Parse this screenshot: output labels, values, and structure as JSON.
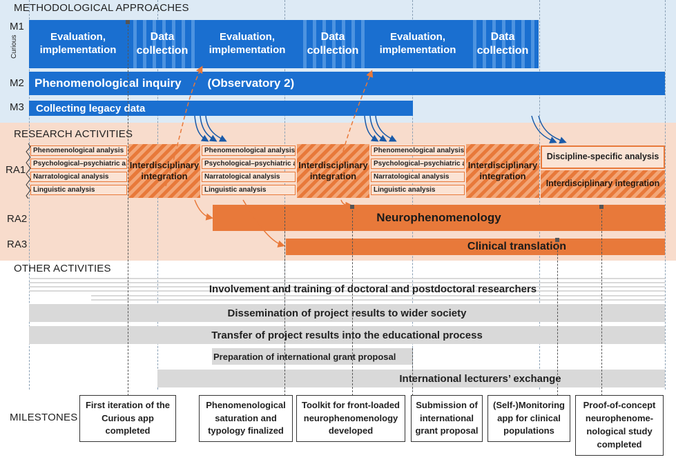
{
  "sections": {
    "methods": "METHODOLOGICAL APPROACHES",
    "research": "RESEARCH ACTIVITIES",
    "other": "OTHER ACTIVITIES",
    "milestones": "MILESTONES"
  },
  "rows": {
    "m1": "M1",
    "m1_sub": "Curious",
    "m2": "M2",
    "m3": "M3",
    "ra1": "RA1",
    "ra2": "RA2",
    "ra3": "RA3"
  },
  "m1": {
    "eval": "Evaluation, implementation",
    "data": "Data collection"
  },
  "m2": {
    "title": "Phenomenological inquiry",
    "sub": "(Observatory 2)"
  },
  "m3": {
    "title": "Collecting legacy data"
  },
  "ra1": {
    "analyses": [
      "Phenomenological analysis",
      "Psychological–psychiatric a.",
      "Narratological analysis",
      "Linguistic analysis"
    ],
    "integration": "Interdisciplinary integration",
    "discipline_specific": "Discipline-specific analysis",
    "interdisciplinary": "Interdisciplinary integration"
  },
  "ra2": {
    "title": "Neurophenomenology"
  },
  "ra3": {
    "title": "Clinical translation"
  },
  "other": {
    "involvement": "Involvement and training of doctoral and postdoctoral researchers",
    "dissemination": "Dissemination of project results to wider society",
    "transfer": "Transfer of project results into the educational process",
    "grant": "Preparation of international grant proposal",
    "exchange": "International lecturers’ exchange"
  },
  "milestone_boxes": [
    "First iteration of the Curious app completed",
    "Phenomenological saturation and typology finalized",
    "Toolkit for front-loaded neurophenomenology developed",
    "Submission of international grant proposal",
    "(Self-)Monitoring app for clinical populations",
    "Proof-of-concept neurophenome-nological study completed"
  ],
  "colors": {
    "blue": "#1a6fd0",
    "orange": "#e8793a",
    "blue_band": "#ddeaf5",
    "pink_band": "#f8dccc",
    "grey": "#d9d9d9"
  }
}
